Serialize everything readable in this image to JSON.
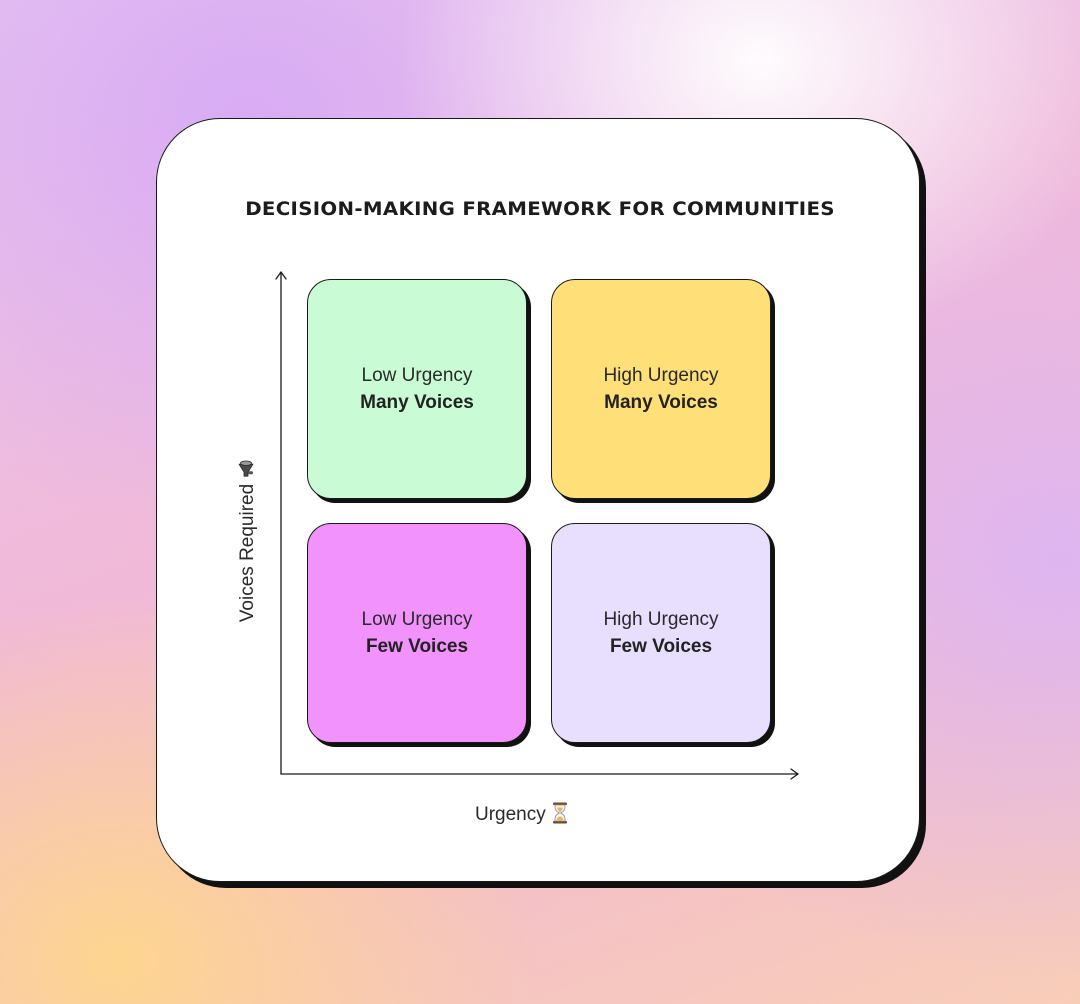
{
  "title": "DECISION-MAKING FRAMEWORK FOR COMMUNITIES",
  "quadrants": {
    "top_left": {
      "urgency": "Low Urgency",
      "voices": "Many Voices",
      "color": "#c9fcd4"
    },
    "top_right": {
      "urgency": "High Urgency",
      "voices": "Many Voices",
      "color": "#ffdf77"
    },
    "bottom_left": {
      "urgency": "Low Urgency",
      "voices": "Few Voices",
      "color": "#f293fd"
    },
    "bottom_right": {
      "urgency": "High Urgency",
      "voices": "Few Voices",
      "color": "#e8defe"
    }
  },
  "axes": {
    "x_label": "Urgency",
    "x_icon": "hourglass-icon",
    "y_label": "Voices Required",
    "y_icon": "megaphone-icon"
  }
}
